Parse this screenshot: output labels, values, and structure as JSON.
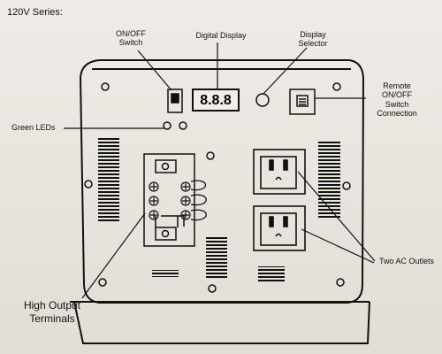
{
  "diagram": {
    "series_label": "120V Series:",
    "callouts": {
      "on_off_switch": [
        "ON/OFF",
        "Switch"
      ],
      "digital_display": "Digital Display",
      "display_selector": [
        "Display",
        "Selector"
      ],
      "remote_switch_connection": [
        "Remote",
        "ON/OFF",
        "Switch",
        "Connection"
      ],
      "green_leds": "Green LEDs",
      "two_ac_outlets": "Two AC Outlets",
      "high_output_terminals": [
        "High Output",
        "Terminals"
      ]
    },
    "digital_display_value": "8.8.8"
  }
}
